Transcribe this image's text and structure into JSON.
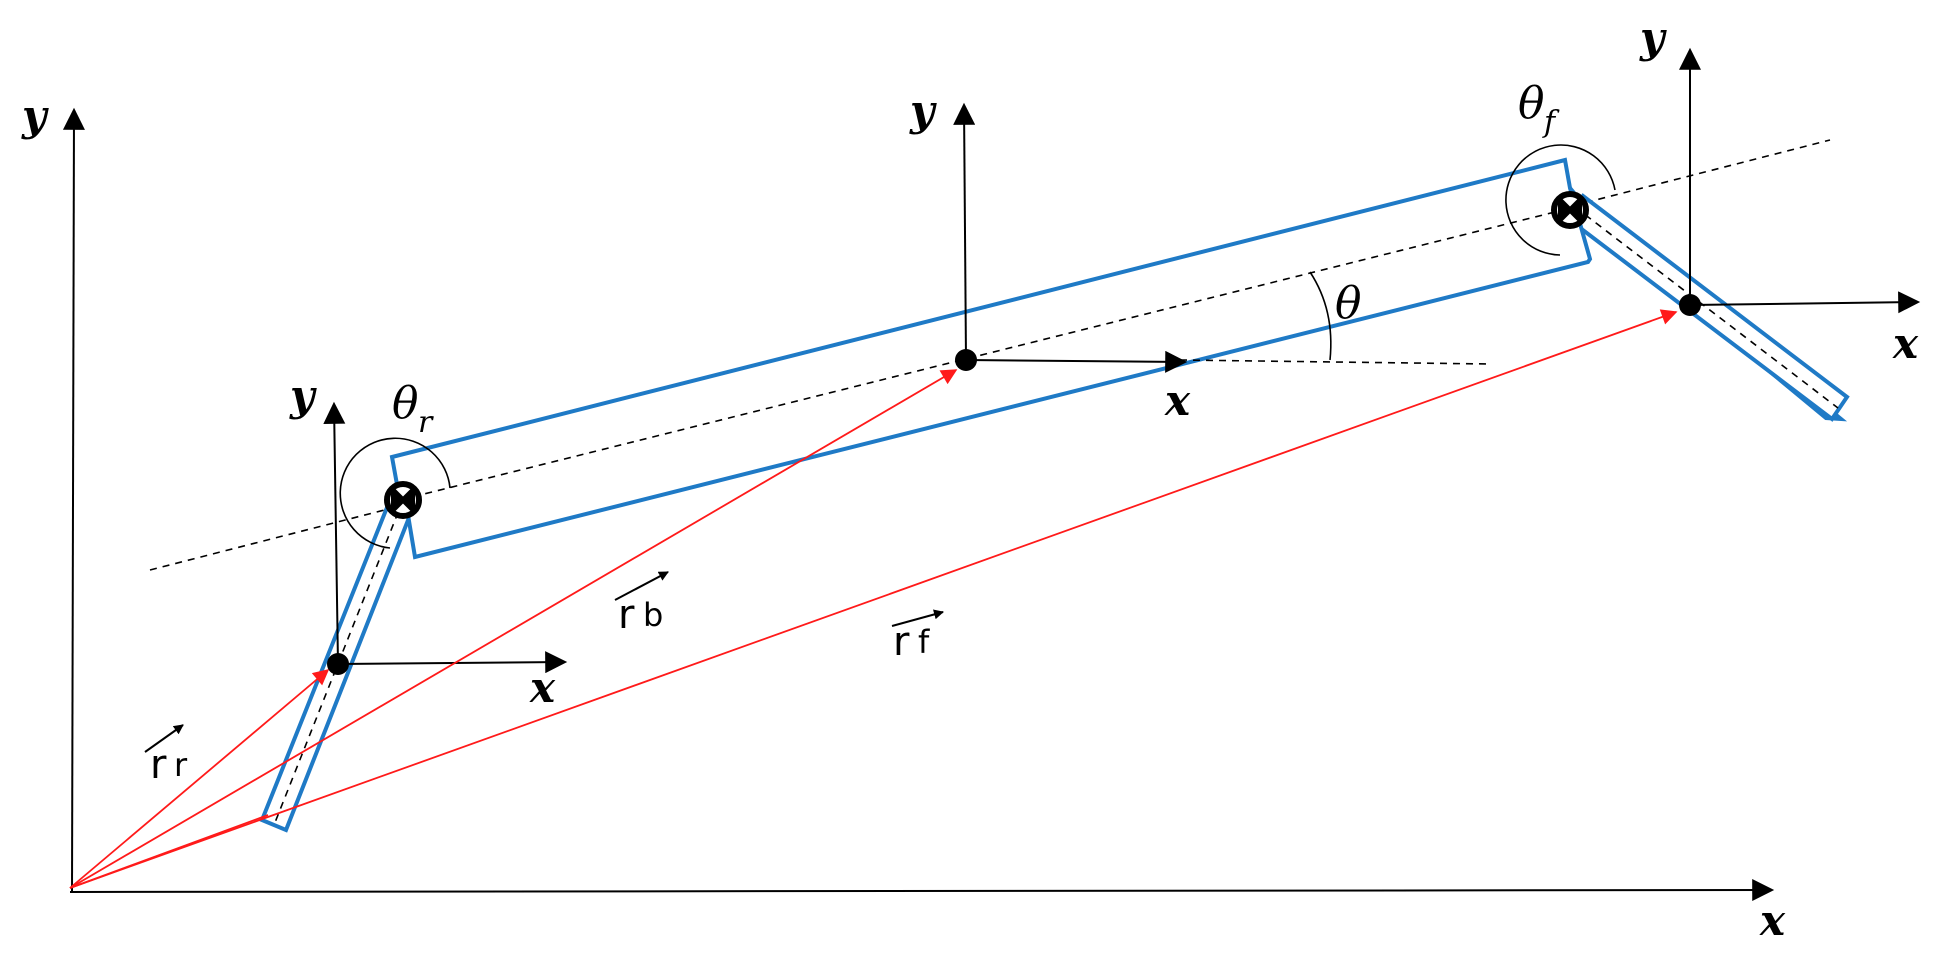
{
  "labels": {
    "x": "x",
    "y": "y",
    "theta": "θ",
    "theta_r_base": "θ",
    "theta_r_sub": "r",
    "theta_f_base": "θ",
    "theta_f_sub": "f",
    "r_r_base": "r",
    "r_r_sub": "r",
    "r_b_base": "r",
    "r_b_sub": "b",
    "r_f_base": "r",
    "r_f_sub": "f"
  },
  "colors": {
    "body_outline": "#1f7ac6",
    "position_vectors": "#ff1a1a",
    "axes": "#000000"
  }
}
